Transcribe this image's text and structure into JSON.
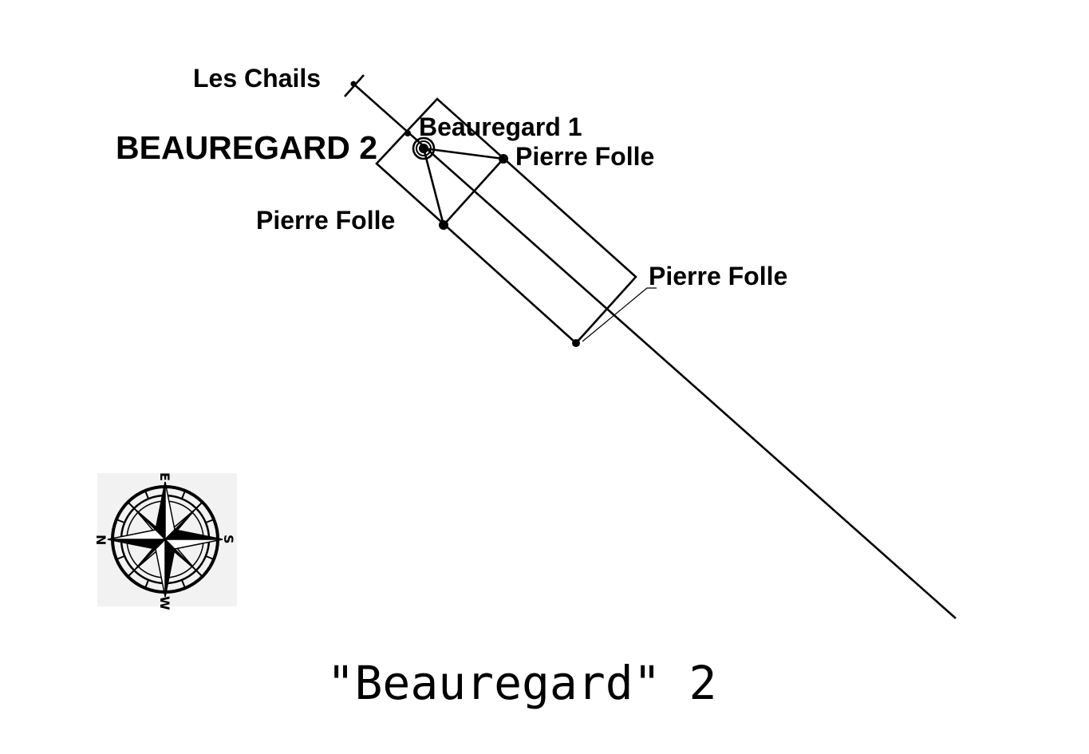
{
  "title": "\"Beauregard\" 2",
  "labels": {
    "les_chails": "Les Chails",
    "beauregard_2": "BEAUREGARD 2",
    "beauregard_1": "Beauregard 1",
    "pierre_folle_east": "Pierre Folle",
    "pierre_folle_west": "Pierre Folle",
    "pierre_folle_south": "Pierre Folle"
  },
  "compass": {
    "icon": "compass-rose-icon",
    "north": "N",
    "south": "S",
    "east": "E",
    "west": "W"
  }
}
